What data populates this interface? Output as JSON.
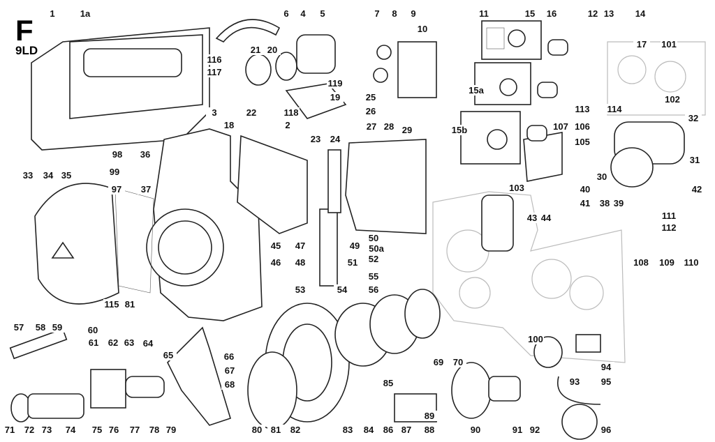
{
  "diagram": {
    "section_letter": "F",
    "engine_model": "9LD",
    "part_labels": [
      "1",
      "1a",
      "6",
      "4",
      "5",
      "7",
      "8",
      "9",
      "11",
      "10",
      "15",
      "16",
      "12",
      "13",
      "14",
      "17",
      "101",
      "102",
      "21",
      "20",
      "116",
      "117",
      "119",
      "19",
      "25",
      "26",
      "15a",
      "3",
      "22",
      "118",
      "2",
      "18",
      "23",
      "27",
      "28",
      "29",
      "15b",
      "107",
      "113",
      "114",
      "106",
      "105",
      "32",
      "30",
      "31",
      "42",
      "33",
      "34",
      "35",
      "98",
      "36",
      "24",
      "99",
      "103",
      "40",
      "41",
      "38",
      "39",
      "97",
      "37",
      "43",
      "44",
      "111",
      "112",
      "45",
      "47",
      "49",
      "50",
      "50a",
      "108",
      "109",
      "110",
      "46",
      "48",
      "51",
      "52",
      "55",
      "115",
      "81",
      "53",
      "54",
      "56",
      "57",
      "58",
      "59",
      "60",
      "61",
      "62",
      "63",
      "64",
      "100",
      "94",
      "69",
      "70",
      "65",
      "66",
      "67",
      "68",
      "85",
      "93",
      "95",
      "71",
      "72",
      "73",
      "74",
      "75",
      "76",
      "77",
      "78",
      "79",
      "80",
      "81",
      "82",
      "83",
      "84",
      "86",
      "87",
      "88",
      "89",
      "90",
      "91",
      "92",
      "96"
    ]
  }
}
